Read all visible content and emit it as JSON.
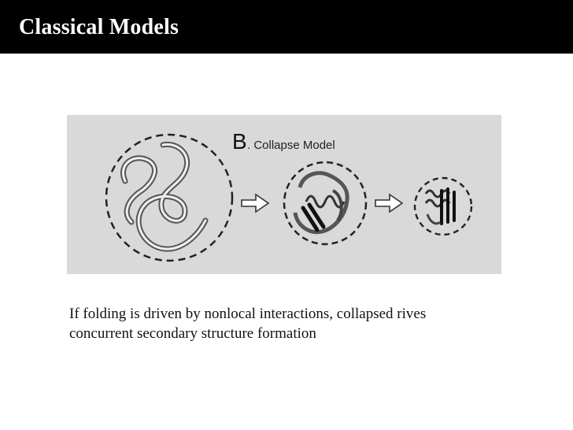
{
  "slide": {
    "title": "Classical Models",
    "figure": {
      "label_letter": "B",
      "label_text": ". Collapse Model"
    },
    "caption_lines": [
      "If folding is driven by nonlocal interactions, collapsed rives",
      "concurrent secondary structure formation"
    ]
  },
  "colors": {
    "title_bar": "#000000",
    "title_text": "#ffffff",
    "figure_background": "#d9d9d9",
    "caption_text": "#111111"
  },
  "icons": [
    "unfolded-chain-illustration",
    "arrow-right-icon",
    "collapsed-globule-illustration",
    "arrow-right-icon",
    "native-fold-illustration"
  ]
}
